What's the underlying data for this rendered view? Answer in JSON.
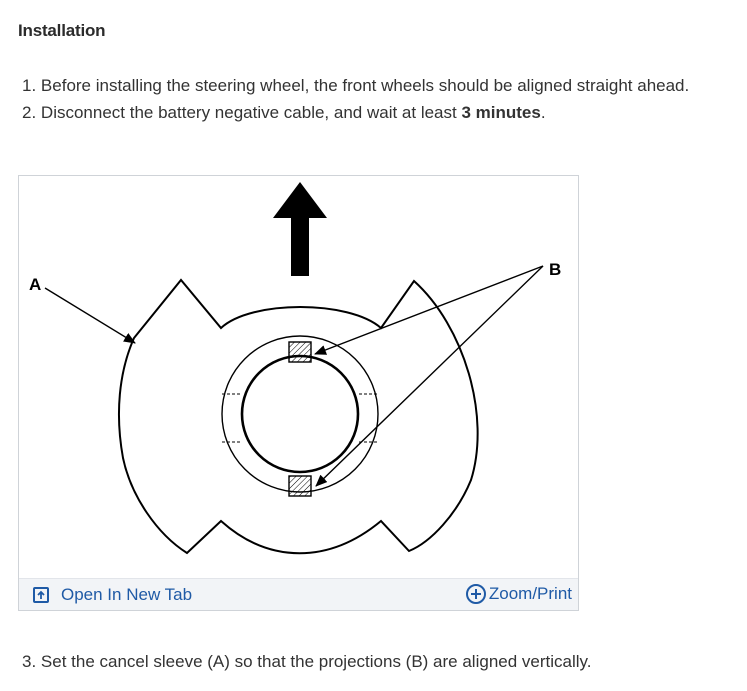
{
  "section": {
    "title": "Installation"
  },
  "steps": [
    {
      "num": "1.",
      "text": "Before installing the steering wheel, the front wheels should be aligned straight ahead."
    },
    {
      "num": "2.",
      "text_before": "Disconnect the battery negative cable, and wait at least ",
      "bold": "3 minutes",
      "text_after": "."
    }
  ],
  "figure": {
    "label_a": "A",
    "label_b": "B",
    "open_tab_label": "Open In New Tab",
    "zoom_label": "Zoom/Print",
    "icons": {
      "open": "open-in-new-tab-icon",
      "zoom": "zoom-plus-icon"
    },
    "link_color": "#1f5aa6"
  },
  "step3": {
    "num": "3.",
    "text": "Set the cancel sleeve (A) so that the projections (B) are aligned vertically."
  }
}
